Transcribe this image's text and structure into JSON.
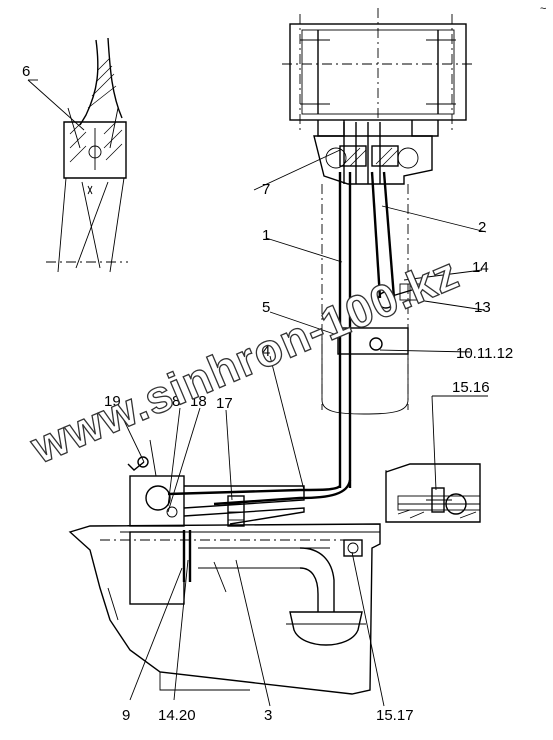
{
  "callouts": [
    {
      "id": "6",
      "text": "6"
    },
    {
      "id": "7",
      "text": "7"
    },
    {
      "id": "2",
      "text": "2"
    },
    {
      "id": "1",
      "text": "1"
    },
    {
      "id": "14",
      "text": "14"
    },
    {
      "id": "13",
      "text": "13"
    },
    {
      "id": "5",
      "text": "5"
    },
    {
      "id": "10-11-12",
      "text": "10.11.12"
    },
    {
      "id": "4",
      "text": "4"
    },
    {
      "id": "15-16",
      "text": "15.16"
    },
    {
      "id": "19",
      "text": "19"
    },
    {
      "id": "8",
      "text": "8"
    },
    {
      "id": "18",
      "text": "18"
    },
    {
      "id": "17",
      "text": "17"
    },
    {
      "id": "9",
      "text": "9"
    },
    {
      "id": "14-20",
      "text": "14.20"
    },
    {
      "id": "3",
      "text": "3"
    },
    {
      "id": "15-17",
      "text": "15.17"
    }
  ],
  "watermark": "www.sinhron-100.kz",
  "corner_mark": "~"
}
